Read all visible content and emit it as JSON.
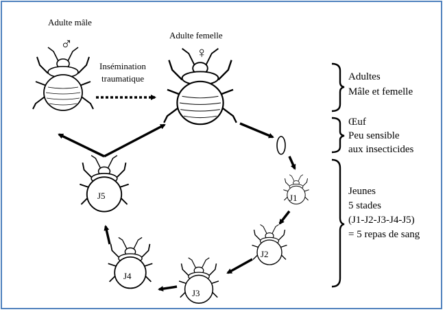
{
  "labels": {
    "adult_male": "Adulte mâle",
    "adult_female": "Adulte femelle",
    "insemination_line1": "Insémination",
    "insemination_line2": "traumatique"
  },
  "symbols": {
    "male": "♂",
    "female": "♀"
  },
  "stages": [
    "J1",
    "J2",
    "J3",
    "J4",
    "J5"
  ],
  "legend": {
    "adults": [
      "Adultes",
      "Mâle et femelle"
    ],
    "egg": [
      "Œuf",
      "Peu sensible",
      "aux insecticides"
    ],
    "young": [
      "Jeunes",
      "5 stades",
      "(J1-J2-J3-J4-J5)",
      "= 5 repas de sang"
    ]
  },
  "colors": {
    "frame": "#4f81bd",
    "ink": "#000000"
  }
}
